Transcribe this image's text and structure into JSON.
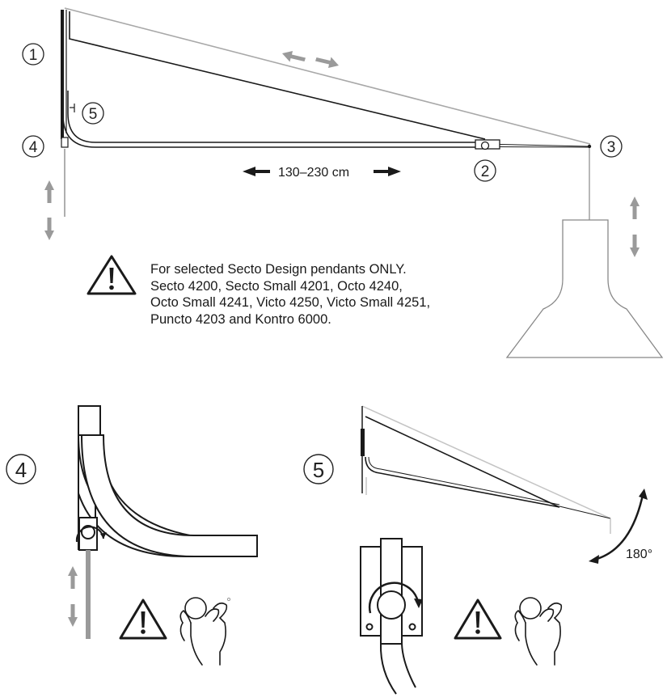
{
  "callouts": {
    "c1": "1",
    "c2": "2",
    "c3": "3",
    "c4": "4",
    "c5": "5"
  },
  "dimension": "130–230 cm",
  "warning": {
    "lines": [
      "For selected Secto Design pendants ONLY.",
      "Secto 4200, Secto Small 4201, Octo 4240,",
      "Octo Small 4241, Victo 4250, Victo Small 4251,",
      "Puncto 4203 and Kontro 6000."
    ]
  },
  "detail4": {
    "number": "4"
  },
  "detail5": {
    "number": "5",
    "rotation": "180°"
  },
  "colors": {
    "line": "#1a1a1a",
    "gray": "#9a9a9a",
    "light": "#c4c4c4"
  }
}
